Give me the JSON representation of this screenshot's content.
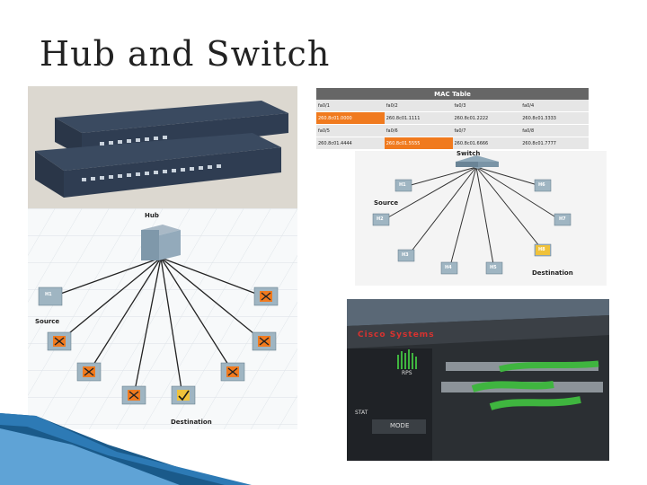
{
  "slide": {
    "title": "Hub and Switch"
  },
  "mac_table": {
    "title": "MAC Table",
    "ports": [
      "fa0/1",
      "fa0/2",
      "fa0/3",
      "fa0/4",
      "fa0/5",
      "fa0/6",
      "fa0/7",
      "fa0/8"
    ],
    "addresses": [
      "260.8c01.0000",
      "260.8c01.1111",
      "260.8c01.2222",
      "260.8c01.3333",
      "260.8c01.4444",
      "260.8c01.5555",
      "260.8c01.6666",
      "260.8c01.7777"
    ]
  },
  "switch_diagram": {
    "device_label": "Switch",
    "hosts": [
      "H1",
      "H2",
      "H3",
      "H4",
      "H5",
      "H6",
      "H7",
      "H8"
    ],
    "source_label": "Source",
    "destination_label": "Destination"
  },
  "hub_diagram": {
    "device_label": "Hub",
    "host_label": "H1",
    "source_label": "Source",
    "destination_label": "Destination"
  },
  "equipment_photo": {
    "brand": "Cisco Systems",
    "led_labels": [
      "RPS",
      "STAT",
      "MODE"
    ]
  },
  "colors": {
    "accent_orange": "#f07a1e",
    "swoosh_blue": "#1a5a8a",
    "cable_green": "#3fb53f"
  }
}
